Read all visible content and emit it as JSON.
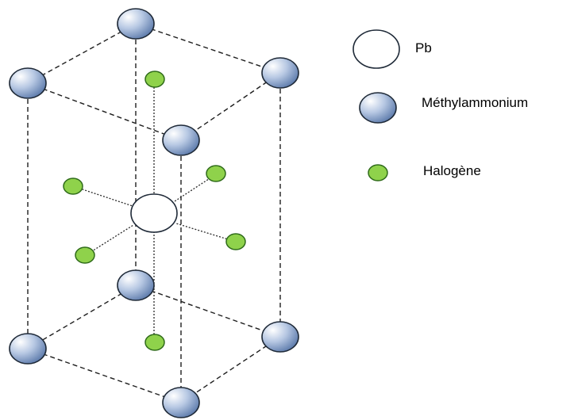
{
  "legend": {
    "pb_label": "Pb",
    "methylammonium_label": "Méthylammonium",
    "halogen_label": "Halogène"
  },
  "colors": {
    "blue_light": "#ffffff",
    "blue_mid": "#a9bddc",
    "blue_dark": "#4f6fa3",
    "green_fill": "#8fd24b",
    "green_stroke": "#2f6b1a",
    "outline": "#1f2a38"
  }
}
